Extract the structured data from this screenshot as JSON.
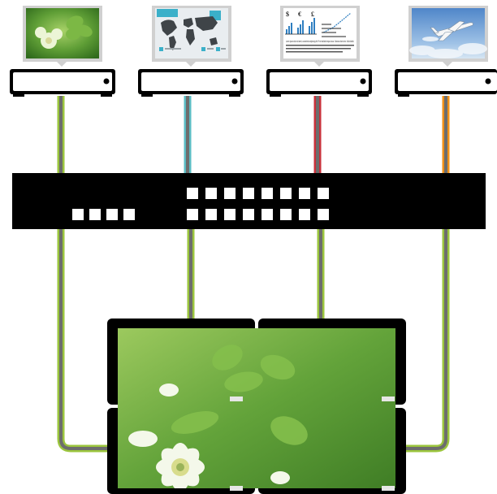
{
  "colors": {
    "background": "#ffffff",
    "device": "#000000",
    "cable_outer": "#9bc53d",
    "cable_inner": "#6d6d6d",
    "cable_source_2": "#5bbcc4",
    "cable_source_3": "#c8313b",
    "cable_source_4": "#f29117",
    "port": "#ffffff"
  },
  "sources": [
    {
      "id": "source-1",
      "content": "clover-photo-icon",
      "cable": "green"
    },
    {
      "id": "source-2",
      "content": "world-map-infographic-icon",
      "cable": "teal"
    },
    {
      "id": "source-3",
      "content": "bar-chart-document-icon",
      "cable": "red"
    },
    {
      "id": "source-4",
      "content": "airplane-photo-icon",
      "cable": "orange"
    }
  ],
  "switcher": {
    "name": "matrix-switcher",
    "input_ports": 4,
    "output_port_rows": 2,
    "output_ports_per_row": 8
  },
  "video_wall": {
    "layout": "2x2",
    "content": "clover-photo-icon"
  },
  "document_text": {
    "currency_symbols": [
      "$",
      "€",
      "£"
    ],
    "lorem": "Lorem ipsum dolor sit amet, consectetur adipiscing elit. Proin facilisis tempus lacus. Vivamus vitae tortor. Nulla facilisi."
  }
}
